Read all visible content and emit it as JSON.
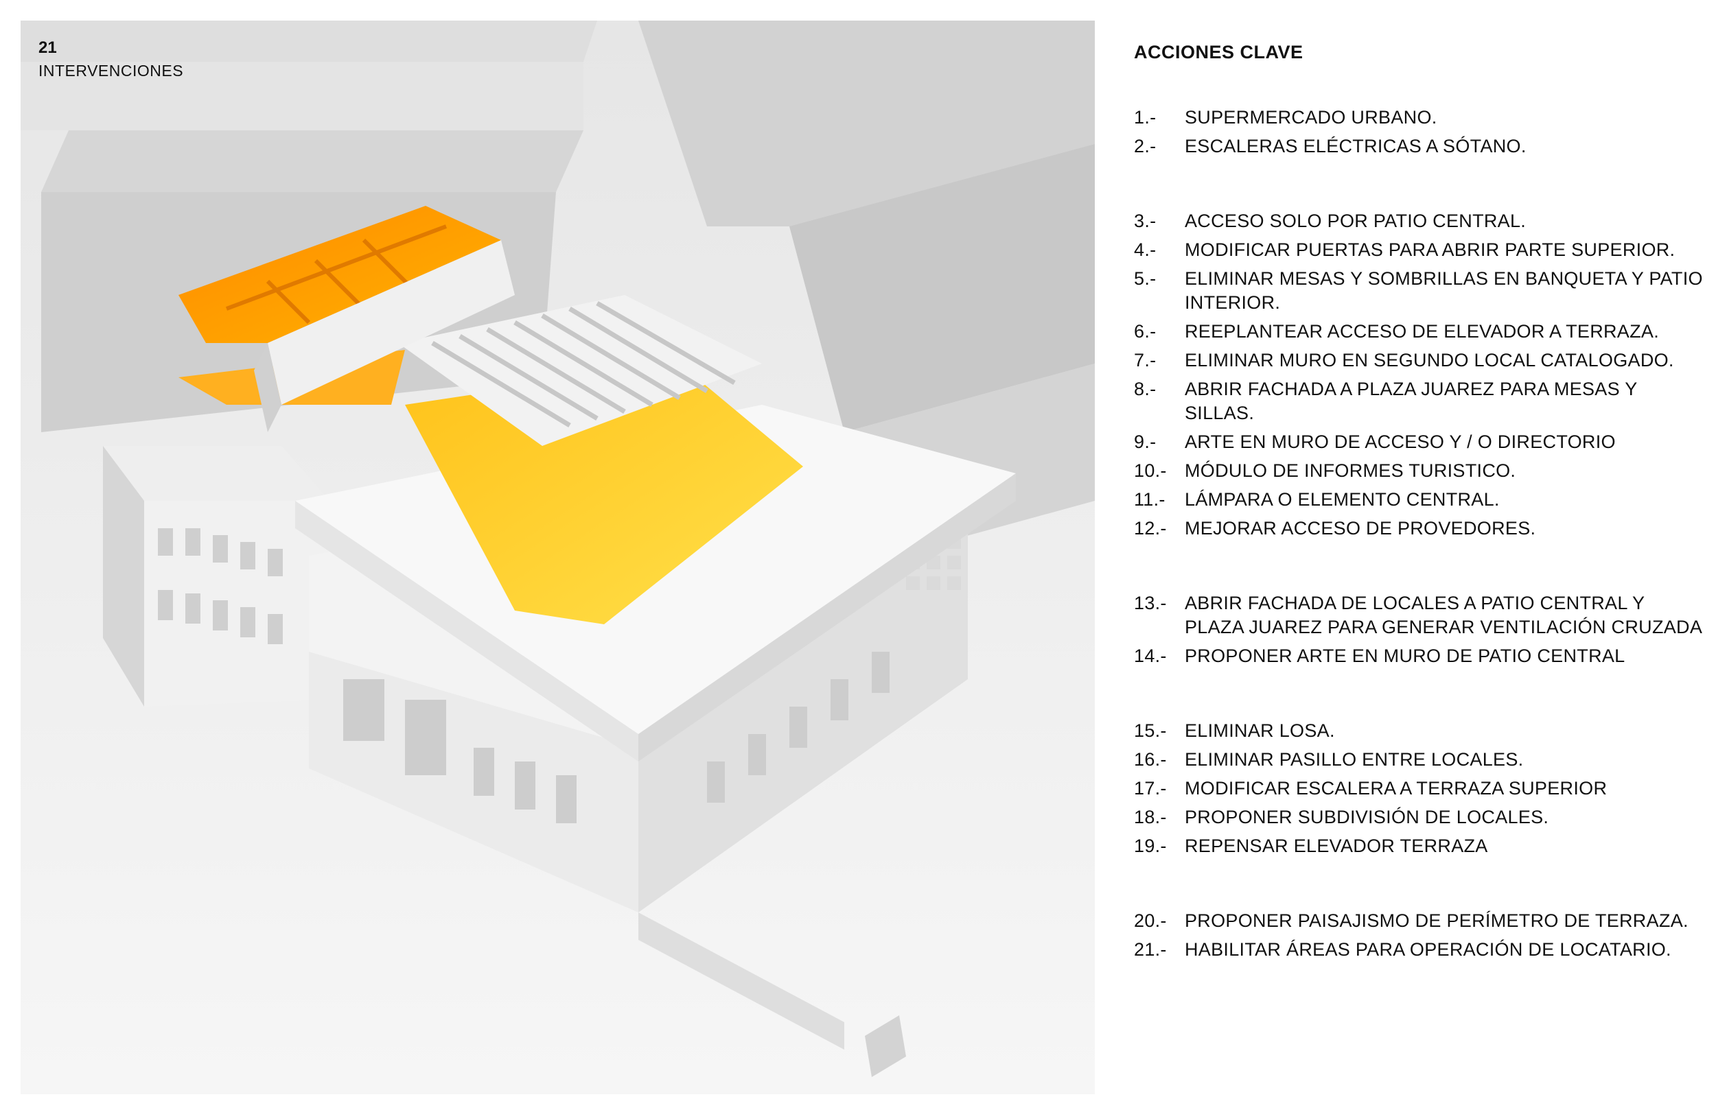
{
  "header": {
    "page_number": "21",
    "section": "INTERVENCIONES"
  },
  "panel": {
    "title": "ACCIONES CLAVE",
    "groups": [
      [
        {
          "num": "1.-",
          "text": "SUPERMERCADO URBANO."
        },
        {
          "num": "2.-",
          "text": "ESCALERAS ELÉCTRICAS A SÓTANO."
        }
      ],
      [
        {
          "num": "3.-",
          "text": "ACCESO SOLO POR PATIO CENTRAL."
        },
        {
          "num": "4.-",
          "text": "MODIFICAR PUERTAS PARA ABRIR PARTE SUPERIOR."
        },
        {
          "num": "5.-",
          "text": "ELIMINAR MESAS Y SOMBRILLAS EN BANQUETA Y PATIO INTERIOR."
        },
        {
          "num": "6.-",
          "text": "REEPLANTEAR ACCESO DE ELEVADOR A TERRAZA."
        },
        {
          "num": "7.-",
          "text": "ELIMINAR MURO EN SEGUNDO LOCAL CATALOGADO."
        },
        {
          "num": "8.-",
          "text": "ABRIR FACHADA A PLAZA JUAREZ PARA MESAS Y SILLAS."
        },
        {
          "num": "9.-",
          "text": "ARTE EN MURO DE ACCESO Y / O DIRECTORIO"
        },
        {
          "num": "10.-",
          "text": "MÓDULO DE INFORMES TURISTICO."
        },
        {
          "num": "11.-",
          "text": "LÁMPARA O ELEMENTO CENTRAL."
        },
        {
          "num": "12.-",
          "text": "MEJORAR ACCESO DE PROVEDORES."
        }
      ],
      [
        {
          "num": "13.-",
          "text": "ABRIR FACHADA DE LOCALES A PATIO CENTRAL Y PLAZA JUAREZ PARA GENERAR VENTILACIÓN CRUZADA"
        },
        {
          "num": "14.-",
          "text": "PROPONER ARTE EN MURO DE PATIO CENTRAL"
        }
      ],
      [
        {
          "num": "15.-",
          "text": "ELIMINAR LOSA."
        },
        {
          "num": "16.-",
          "text": "ELIMINAR PASILLO ENTRE LOCALES."
        },
        {
          "num": "17.-",
          "text": "MODIFICAR ESCALERA A TERRAZA SUPERIOR"
        },
        {
          "num": "18.-",
          "text": "PROPONER SUBDIVISIÓN DE LOCALES."
        },
        {
          "num": "19.-",
          "text": "REPENSAR ELEVADOR TERRAZA"
        }
      ],
      [
        {
          "num": "20.-",
          "text": "PROPONER PAISAJISMO DE PERÍMETRO DE TERRAZA."
        },
        {
          "num": "21.-",
          "text": "HABILITAR ÁREAS PARA OPERACIÓN DE LOCATARIO."
        }
      ]
    ]
  },
  "colors": {
    "highlight_orange": "#ff9a00",
    "highlight_yellow": "#ffd23a",
    "model_white": "#f4f4f4",
    "context_gray": "#d9d9d9"
  }
}
